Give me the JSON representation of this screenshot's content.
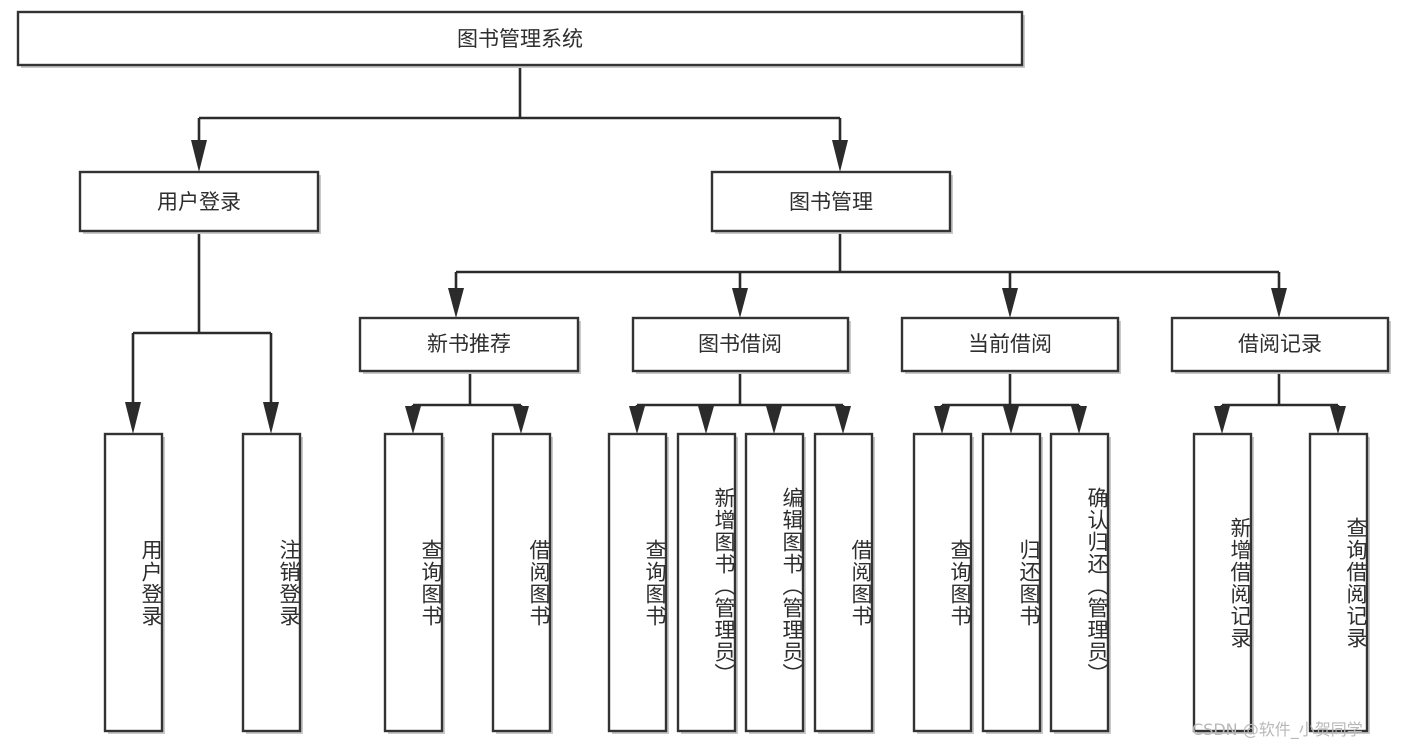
{
  "diagram": {
    "type": "tree",
    "orientation": "top-down",
    "root": {
      "id": "system-root",
      "label": "图书管理系统",
      "level": 1
    },
    "level2": [
      {
        "id": "user-login",
        "label": "用户登录",
        "level": 2
      },
      {
        "id": "book-management",
        "label": "图书管理",
        "level": 2
      }
    ],
    "level3": [
      {
        "id": "new-book-recommend",
        "label": "新书推荐",
        "level": 3,
        "parent": "book-management"
      },
      {
        "id": "book-borrow",
        "label": "图书借阅",
        "level": 3,
        "parent": "book-management"
      },
      {
        "id": "current-borrow",
        "label": "当前借阅",
        "level": 3,
        "parent": "book-management"
      },
      {
        "id": "borrow-record",
        "label": "借阅记录",
        "level": 3,
        "parent": "book-management"
      }
    ],
    "leaves": [
      {
        "id": "leaf-user-login",
        "label": "用户登录",
        "parent": "user-login"
      },
      {
        "id": "leaf-logout-login",
        "label": "注销登录",
        "parent": "user-login"
      },
      {
        "id": "leaf-query-book-1",
        "label": "查询图书",
        "parent": "new-book-recommend"
      },
      {
        "id": "leaf-borrow-book-1",
        "label": "借阅图书",
        "parent": "new-book-recommend"
      },
      {
        "id": "leaf-query-book-2",
        "label": "查询图书",
        "parent": "book-borrow"
      },
      {
        "id": "leaf-add-book",
        "label": "新增图书（管理员）",
        "parent": "book-borrow"
      },
      {
        "id": "leaf-edit-book",
        "label": "编辑图书（管理员）",
        "parent": "book-borrow"
      },
      {
        "id": "leaf-borrow-book-2",
        "label": "借阅图书",
        "parent": "book-borrow"
      },
      {
        "id": "leaf-query-book-3",
        "label": "查询图书",
        "parent": "current-borrow"
      },
      {
        "id": "leaf-return-book",
        "label": "归还图书",
        "parent": "current-borrow"
      },
      {
        "id": "leaf-confirm-return",
        "label": "确认归还（管理员）",
        "parent": "current-borrow"
      },
      {
        "id": "leaf-add-record",
        "label": "新增借阅记录",
        "parent": "borrow-record"
      },
      {
        "id": "leaf-query-record",
        "label": "查询借阅记录",
        "parent": "borrow-record"
      }
    ]
  },
  "colors": {
    "box_border": "#333333",
    "box_fill": "#ffffff",
    "connector": "#2b2b2b",
    "text": "#2e2e2e",
    "shadow": "#c9c9c9",
    "watermark": "#b8b8b8",
    "background": "#ffffff"
  },
  "watermark": {
    "text": "CSDN @软件_小贺同学"
  }
}
